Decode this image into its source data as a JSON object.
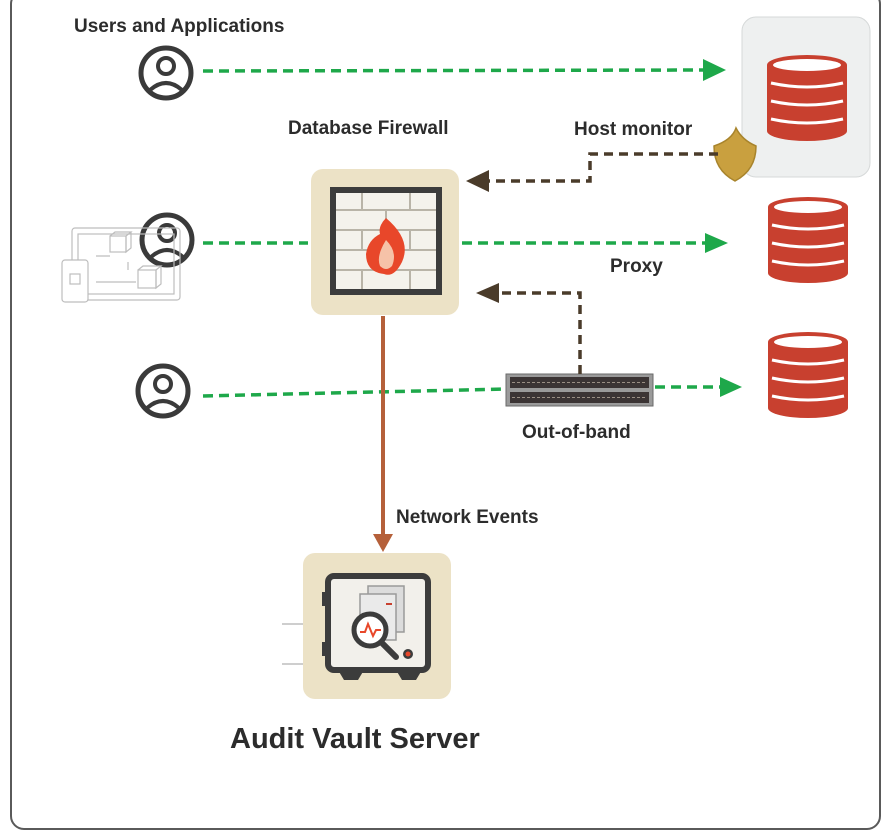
{
  "labels": {
    "users_and_applications": "Users and Applications",
    "database_firewall": "Database Firewall",
    "host_monitor": "Host monitor",
    "proxy": "Proxy",
    "out_of_band": "Out-of-band",
    "network_events": "Network Events",
    "audit_vault_server": "Audit Vault Server"
  },
  "colors": {
    "green_arrow": "#1ea84a",
    "dark_dashed_arrow": "#4a3b2a",
    "network_events_arrow": "#b5603a",
    "database_red": "#c8402f",
    "tile_background": "#ece2c6",
    "shield_gold": "#c9a03f"
  },
  "icons": {
    "user": "user-circle-icon",
    "firewall": "brick-wall-flame-icon",
    "database": "database-cylinder-icon",
    "shield": "shield-icon",
    "switch": "network-switch-icon",
    "vault": "vault-safe-icon",
    "devices": "devices-network-icon"
  }
}
